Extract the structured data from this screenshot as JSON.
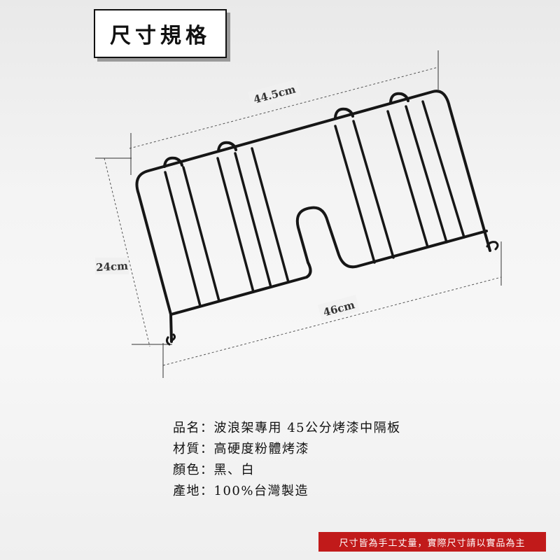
{
  "title": "尺寸規格",
  "dimensions": {
    "top_width": "44.5cm",
    "bottom_width": "46cm",
    "height": "24cm"
  },
  "specs": [
    {
      "label": "品名",
      "sep": "：",
      "value": "波浪架專用 45公分烤漆中隔板"
    },
    {
      "label": "材質",
      "sep": "：",
      "value": "高硬度粉體烤漆"
    },
    {
      "label": "顏色",
      "sep": "：",
      "value": "黑、白"
    },
    {
      "label": "產地",
      "sep": "：",
      "value": "100%台灣製造"
    }
  ],
  "footnote": "尺寸皆為手工丈量，實際尺寸請以實品為主",
  "colors": {
    "accent": "#c11a1a",
    "wire": "#161616"
  }
}
